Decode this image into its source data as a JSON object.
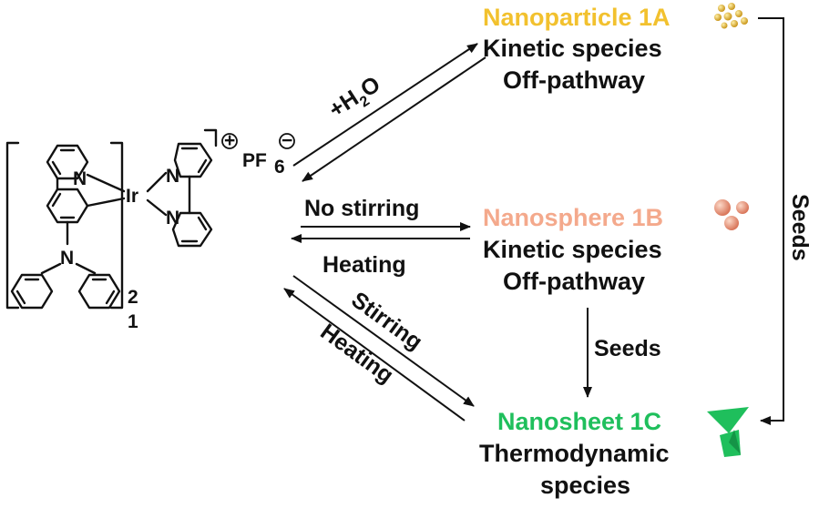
{
  "molecule": {
    "atoms": {
      "n": "N",
      "ir": "Ir"
    },
    "subscript": "2",
    "compound_number": "1",
    "counter_anion": "PF",
    "counter_anion_sub": "6",
    "plus_sign": "+",
    "minus_sign": "−"
  },
  "arrows": {
    "water_prefix": "+H",
    "water_sub": "2",
    "water_suffix": "O",
    "no_stirring": "No stirring",
    "heating_middle": "Heating",
    "stirring": "Stirring",
    "heating_lower": "Heating",
    "seeds_vertical": "Seeds",
    "seeds_right": "Seeds"
  },
  "species": {
    "a": {
      "name": "Nanoparticle 1A",
      "line1": "Kinetic species",
      "line2": "Off-pathway"
    },
    "b": {
      "name": "Nanosphere 1B",
      "line1": "Kinetic species",
      "line2": "Off-pathway"
    },
    "c": {
      "name": "Nanosheet 1C",
      "line1": "Thermodynamic",
      "line2": "species"
    }
  },
  "colors": {
    "nanoparticle": "#F2C12E",
    "nanosphere": "#F4A98C",
    "nanosheet": "#1FBF5C",
    "ink": "#111111"
  },
  "icons": {
    "nanoparticle": "gold-dots-icon",
    "nanosphere": "spheres-icon",
    "nanosheet": "green-sheets-icon"
  }
}
